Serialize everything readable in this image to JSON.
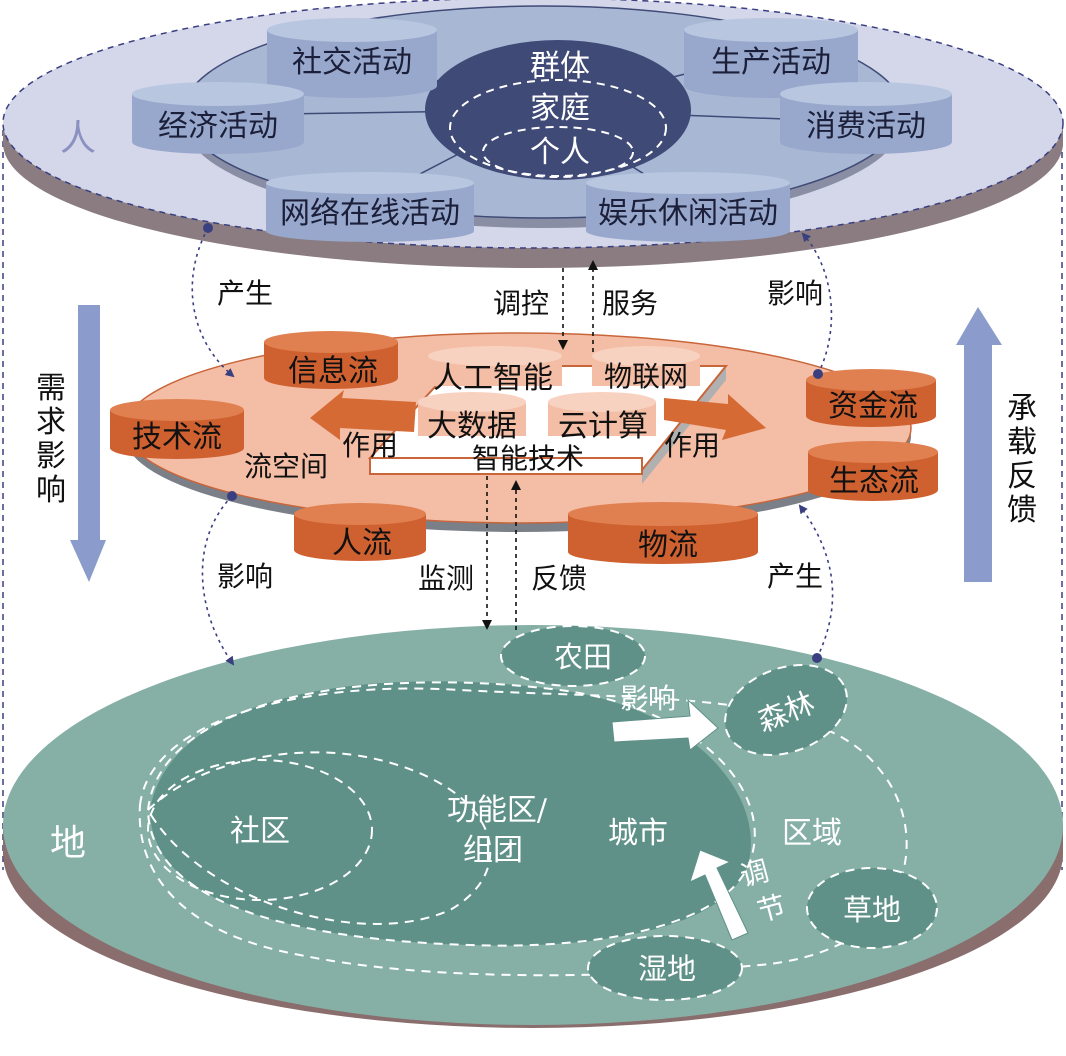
{
  "people_layer": {
    "label": "人",
    "core": {
      "group": "群体",
      "family": "家庭",
      "individual": "个人"
    },
    "activities": {
      "social": "社交活动",
      "production": "生产活动",
      "economic": "经济活动",
      "consumption": "消费活动",
      "online": "网络在线活动",
      "leisure": "娱乐休闲活动"
    }
  },
  "flow_layer": {
    "label": "流空间",
    "flows": {
      "information": "信息流",
      "technology": "技术流",
      "capital": "资金流",
      "ecology": "生态流",
      "people": "人流",
      "logistics": "物流"
    },
    "smart_tech": {
      "label": "智能技术",
      "ai": "人工智能",
      "iot": "物联网",
      "big_data": "大数据",
      "cloud": "云计算"
    },
    "effect_left": "作用",
    "effect_right": "作用"
  },
  "land_layer": {
    "label": "地",
    "areas": {
      "community": "社区",
      "functional_zone": "功能区/",
      "cluster": "组团",
      "city": "城市",
      "region": "区域",
      "farmland": "农田",
      "forest": "森林",
      "grassland": "草地",
      "wetland": "湿地"
    },
    "influence": "影响",
    "regulate_1": "调",
    "regulate_2": "节"
  },
  "relations": {
    "produce_top": "产生",
    "control": "调控",
    "service": "服务",
    "influence_top": "影响",
    "influence_bottom": "影响",
    "monitor": "监测",
    "feedback": "反馈",
    "produce_bottom": "产生"
  },
  "side_labels": {
    "demand_influence": [
      "需",
      "求",
      "影",
      "响"
    ],
    "support_feedback": [
      "承",
      "载",
      "反",
      "馈"
    ]
  },
  "colors": {
    "people_plate": "#d4d6ea",
    "people_ring": "#a8b8d4",
    "people_core": "#3f4a77",
    "activity_cylinder": "#98a8cc",
    "flow_plate": "#f4bda5",
    "flow_cylinder": "#cf6030",
    "land_plate": "#86b0a6",
    "land_inner": "#5f9189",
    "side_arrow": "#8b9ccc",
    "dotted_link": "#3a3f80"
  }
}
